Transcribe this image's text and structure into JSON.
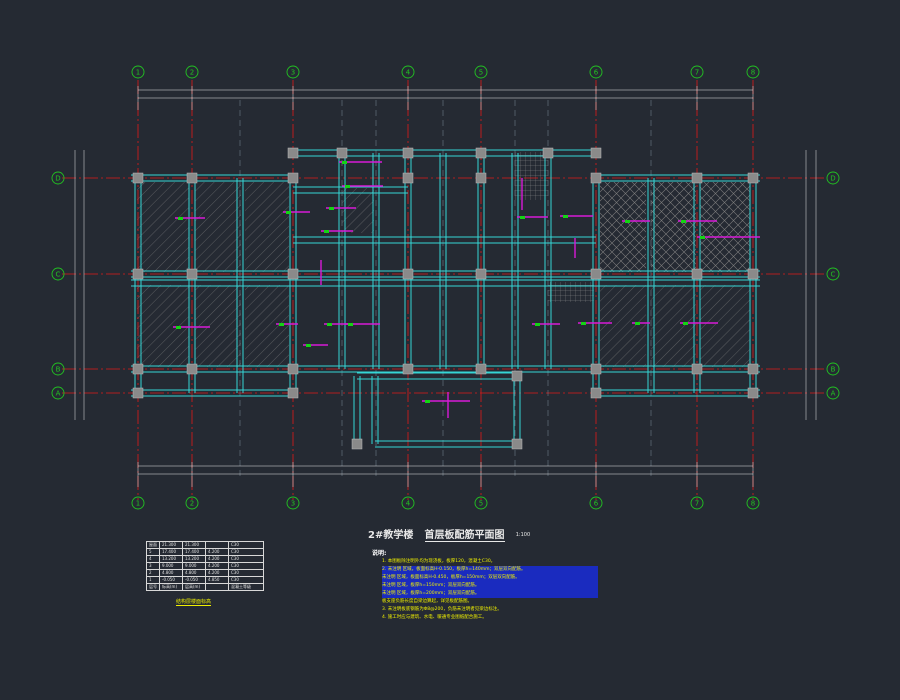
{
  "drawing": {
    "title": "2#教学楼",
    "subtitle": "首层板配筋平面图",
    "scale": "1:100",
    "colors": {
      "background": "#252a33",
      "axis_line": "#e01a1a",
      "grid_bubble": "#22c322",
      "dimension": "#e6e6e6",
      "beam_cyan": "#35d6d6",
      "column_fill": "#8a8a8a",
      "rebar_magenta": "#d81ad8",
      "rebar_label": "#14d414",
      "note_yellow": "#f0f000"
    }
  },
  "axes": {
    "vertical": [
      "1",
      "2",
      "3",
      "4",
      "5",
      "6",
      "7",
      "8"
    ],
    "horizontal": [
      "D",
      "C",
      "B",
      "A"
    ]
  },
  "level_table": {
    "caption": "结构层楼面标高",
    "rows": [
      [
        "屋面",
        "21.300",
        "21.300",
        "",
        "C30"
      ],
      [
        "5",
        "17.400",
        "17.400",
        "4.200",
        "C30"
      ],
      [
        "4",
        "13.200",
        "13.200",
        "4.200",
        "C30"
      ],
      [
        "3",
        "9.000",
        "9.000",
        "4.200",
        "C30"
      ],
      [
        "2",
        "4.800",
        "4.800",
        "4.200",
        "C30"
      ],
      [
        "1",
        "-0.050",
        "-0.050",
        "4.850",
        "C30"
      ],
      [
        "层号",
        "标高(m)",
        "层高(m)",
        "",
        "混凝土等级"
      ]
    ]
  },
  "notes": {
    "heading": "说明:",
    "items": [
      "1. 本图板除注明外均为现浇板，板厚120，混凝土C30。",
      "2. 未注明      区域，板面标高H-0.150，板厚h=140mm；双层双向配筋。",
      "   未注明      区域，板面标高H-0.450，板厚h=150mm；双层双向配筋。",
      "   未注明      区域，板厚h=150mm；双层双向配筋。",
      "   未注明      区域，板厚h=200mm；双层双向配筋。",
      "   板支座负筋长度自梁边算起，详见板配筋图。",
      "3. 未注明板底钢筋为Φ8@200，负筋未注明者见梁边标注。",
      "4. 施工时应与建筑、水电、暖通专业图纸配合施工。"
    ]
  }
}
